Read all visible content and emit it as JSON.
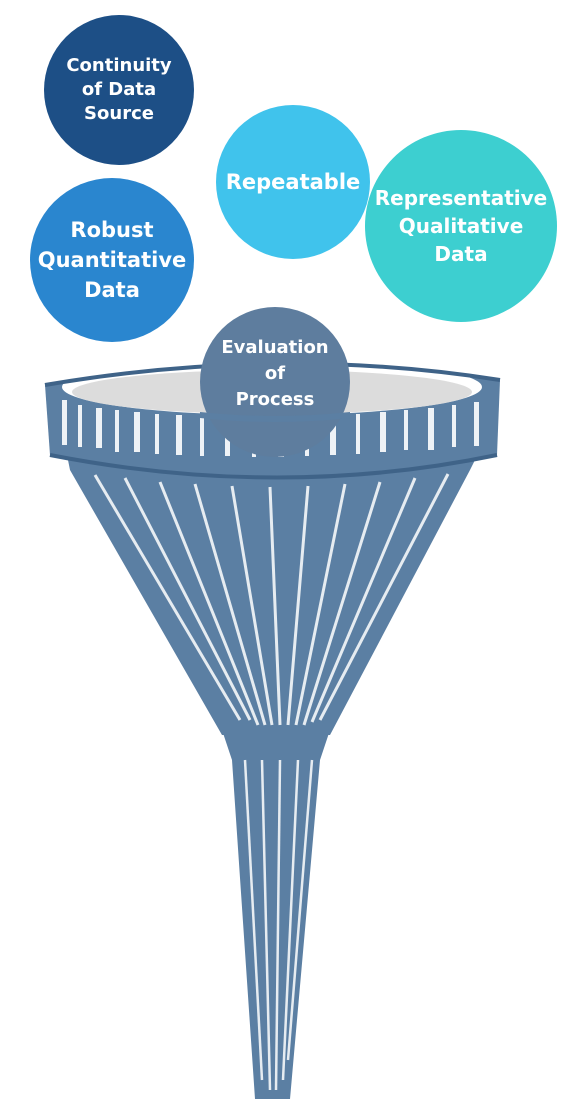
{
  "diagram": {
    "inputs": [
      {
        "id": "continuity",
        "label": "Continuity\nof Data\nSource",
        "color": "#1d4f86"
      },
      {
        "id": "repeatable",
        "label": "Repeatable",
        "color": "#40c3ec"
      },
      {
        "id": "robust",
        "label": "Robust\nQuantitative\nData",
        "color": "#2a86cf"
      },
      {
        "id": "representative",
        "label": "Representative\nQualitative\nData",
        "color": "#3dcfd0"
      }
    ],
    "process": {
      "label": "Evaluation\nof\nProcess",
      "color": "#5e7d9e"
    },
    "funnel": {
      "icon": "funnel-icon",
      "color": "#5b7fa3"
    }
  }
}
